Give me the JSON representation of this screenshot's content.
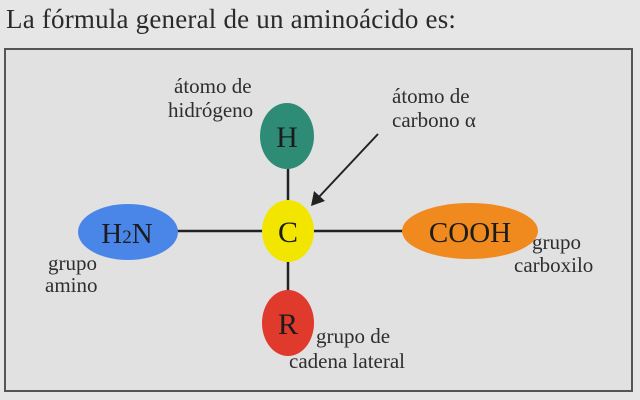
{
  "heading": "La fórmula general de un aminoácido es:",
  "nodes": {
    "hydrogen": {
      "symbol": "H",
      "color": "#2e8b76"
    },
    "carbon": {
      "symbol": "C",
      "color": "#f2e600"
    },
    "amino": {
      "symbol_main": "H",
      "symbol_sub": "2",
      "symbol_end": "N",
      "color": "#4a86e8"
    },
    "carboxyl": {
      "symbol": "COOH",
      "color": "#f08a1e"
    },
    "side_chain": {
      "symbol": "R",
      "color": "#e03a2c"
    }
  },
  "labels": {
    "hydrogen_line1": "átomo de",
    "hydrogen_line2": "hidrógeno",
    "carbon_line1": "átomo de",
    "carbon_line2": "carbono α",
    "amino_line1": "grupo",
    "amino_line2": "amino",
    "carboxyl_line1": "grupo",
    "carboxyl_line2": "carboxilo",
    "side_line1": "grupo de",
    "side_line2": "cadena lateral"
  }
}
